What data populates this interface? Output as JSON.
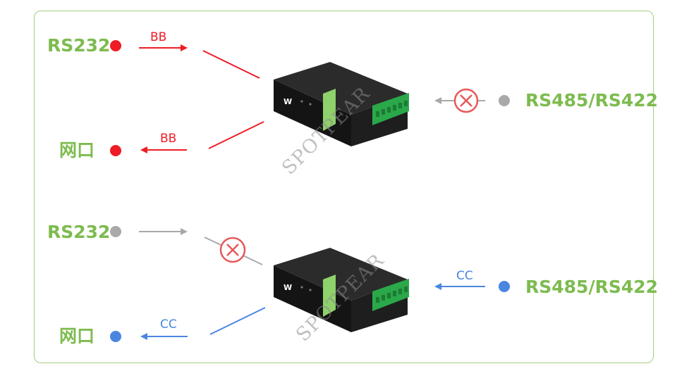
{
  "colors": {
    "border": "#a3cf7d",
    "label": "#7dbb4f",
    "active_red": "#ee1c24",
    "inactive_gray": "#a9a9a9",
    "active_blue": "#4a86e0",
    "blocked": "#e7585a"
  },
  "top": {
    "rs232_label": "RS232",
    "lan_label": "网口",
    "rs485_label": "RS485/RS422",
    "rs232_to_device_mode": "BB",
    "device_to_lan_mode": "BB"
  },
  "bottom": {
    "rs232_label": "RS232",
    "lan_label": "网口",
    "rs485_label": "RS485/RS422",
    "rs485_to_device_mode": "CC",
    "device_to_lan_mode": "CC"
  },
  "watermark": "SPOTPEAR"
}
